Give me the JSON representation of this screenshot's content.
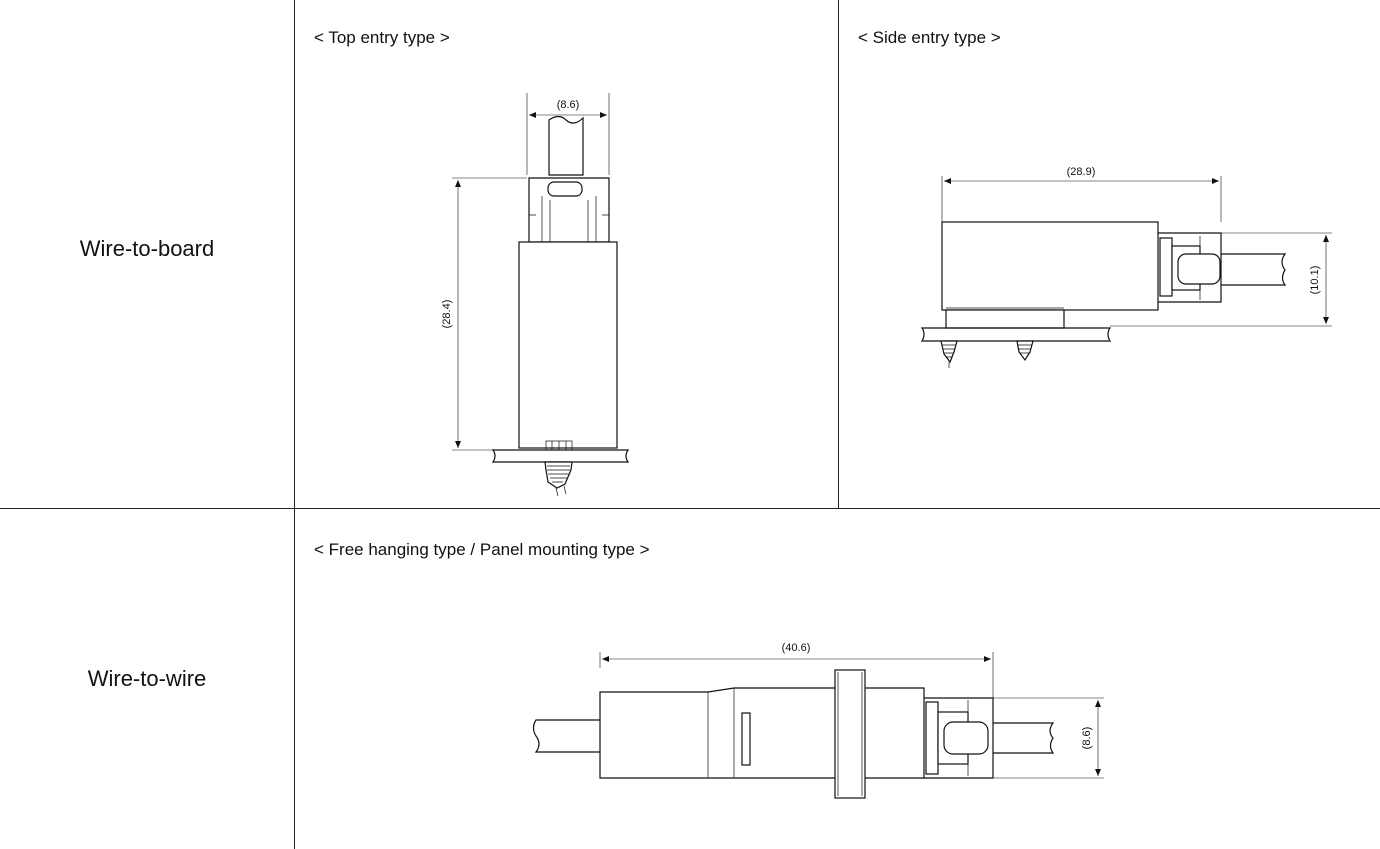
{
  "rows": [
    {
      "label": "Wire-to-board"
    },
    {
      "label": "Wire-to-wire"
    }
  ],
  "sections": {
    "top_entry": {
      "title": "< Top entry type >",
      "dim_width": "(8.6)",
      "dim_height": "(28.4)"
    },
    "side_entry": {
      "title": "< Side entry type >",
      "dim_width": "(28.9)",
      "dim_height": "(10.1)"
    },
    "free_hanging": {
      "title": "< Free hanging type / Panel mounting type >",
      "dim_width": "(40.6)",
      "dim_height": "(8.6)"
    }
  }
}
